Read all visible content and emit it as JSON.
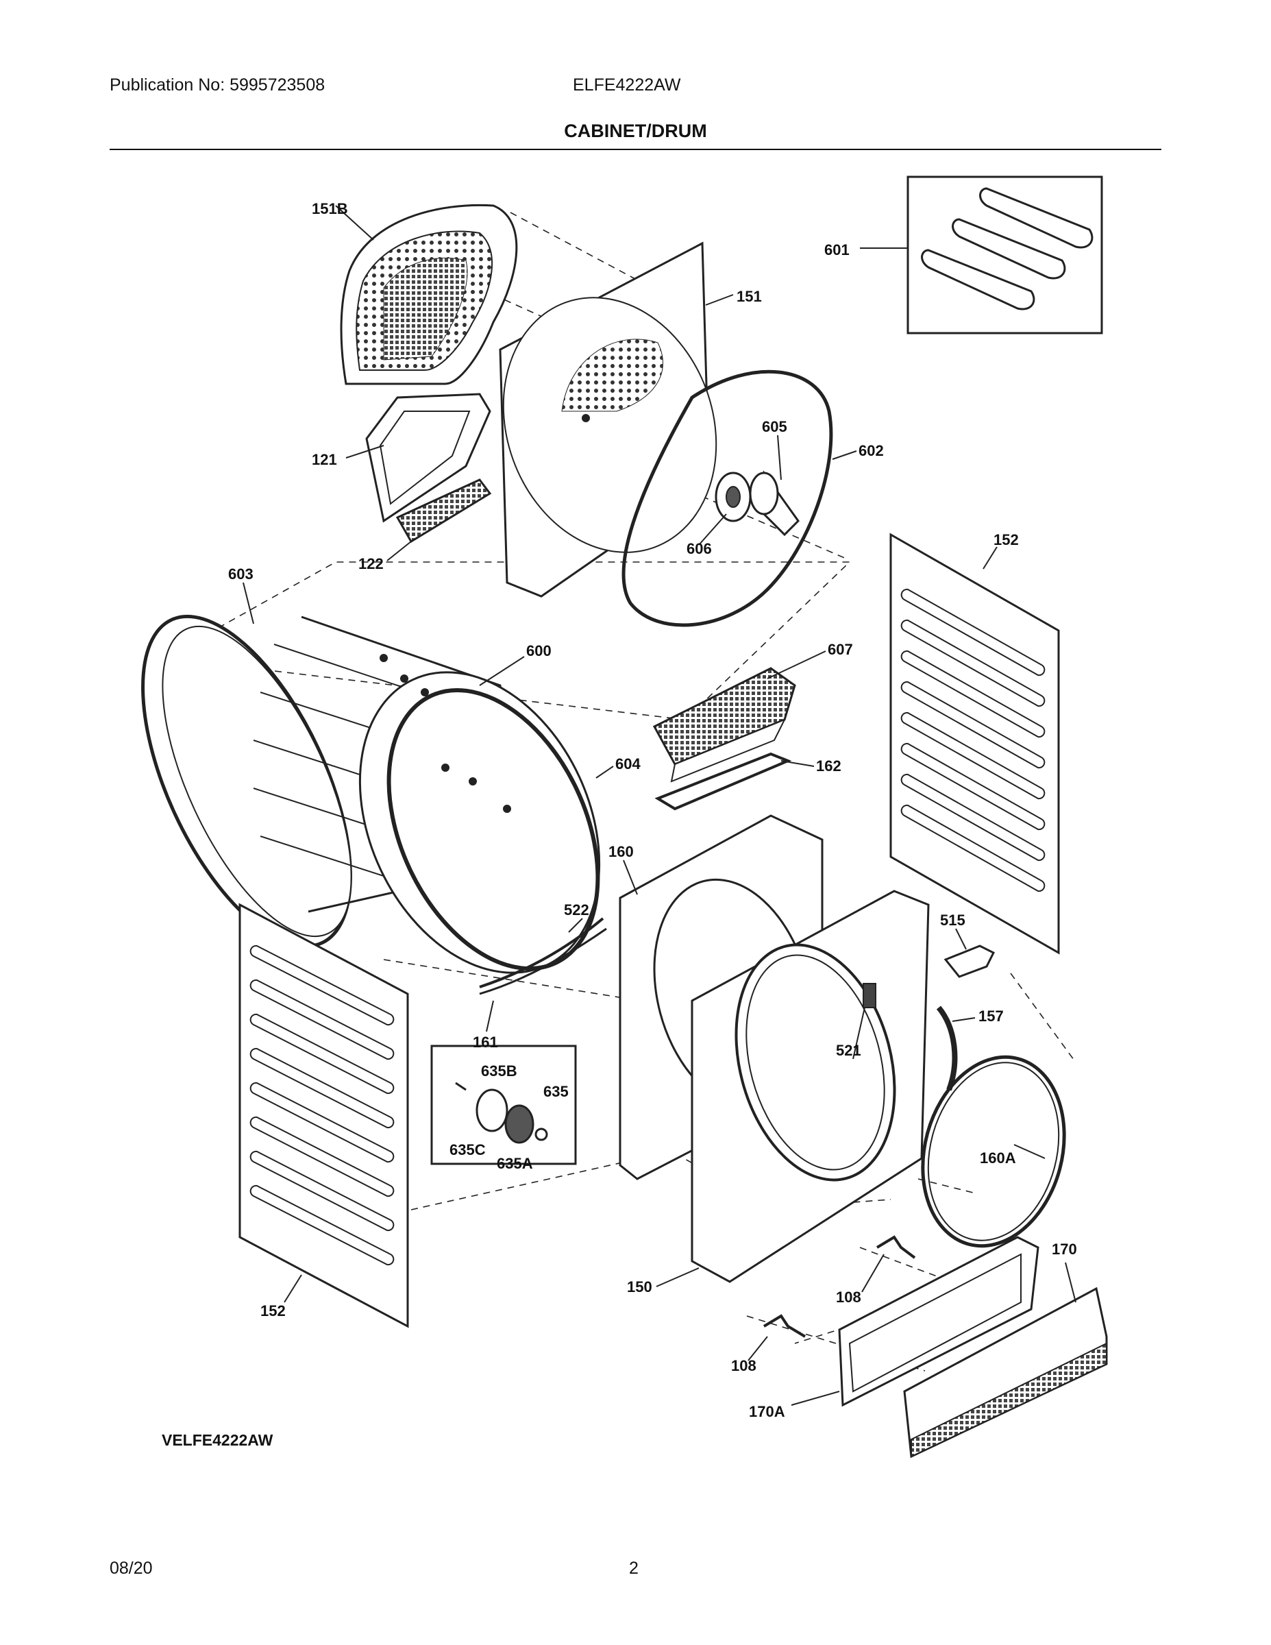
{
  "header": {
    "publication": "Publication No: 5995723508",
    "model": "ELFE4222AW",
    "section_title": "CABINET/DRUM"
  },
  "parts": [
    {
      "id": "151B"
    },
    {
      "id": "151"
    },
    {
      "id": "601"
    },
    {
      "id": "605"
    },
    {
      "id": "602"
    },
    {
      "id": "121"
    },
    {
      "id": "606"
    },
    {
      "id": "122"
    },
    {
      "id": "603"
    },
    {
      "id": "152"
    },
    {
      "id": "600"
    },
    {
      "id": "607"
    },
    {
      "id": "604"
    },
    {
      "id": "162"
    },
    {
      "id": "160"
    },
    {
      "id": "522"
    },
    {
      "id": "515"
    },
    {
      "id": "161"
    },
    {
      "id": "157"
    },
    {
      "id": "521"
    },
    {
      "id": "635B"
    },
    {
      "id": "635"
    },
    {
      "id": "635C"
    },
    {
      "id": "635A"
    },
    {
      "id": "160A"
    },
    {
      "id": "170"
    },
    {
      "id": "150"
    },
    {
      "id": "108"
    },
    {
      "id": "152"
    },
    {
      "id": "108"
    },
    {
      "id": "170A"
    }
  ],
  "footer": {
    "variant": "VELFE4222AW",
    "date": "08/20",
    "page": "2"
  }
}
